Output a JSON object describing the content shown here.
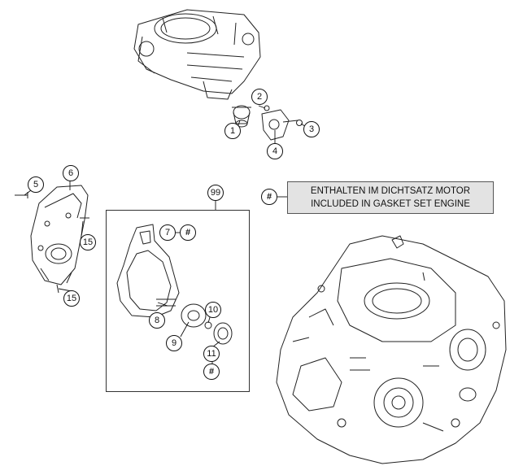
{
  "callouts": {
    "c1": "1",
    "c2": "2",
    "c3": "3",
    "c4": "4",
    "c5": "5",
    "c6": "6",
    "c15a": "15",
    "c15b": "15",
    "c99": "99",
    "c7": "7",
    "c7hash": "#",
    "c8": "8",
    "c9": "9",
    "c10": "10",
    "c11": "11",
    "c11hash": "#",
    "legend_hash": "#"
  },
  "legend": {
    "line1": "ENTHALTEN IM DICHTSATZ MOTOR",
    "line2": "INCLUDED IN GASKET SET ENGINE"
  },
  "colors": {
    "line": "#222222",
    "legend_bg": "#e3e3e3"
  }
}
